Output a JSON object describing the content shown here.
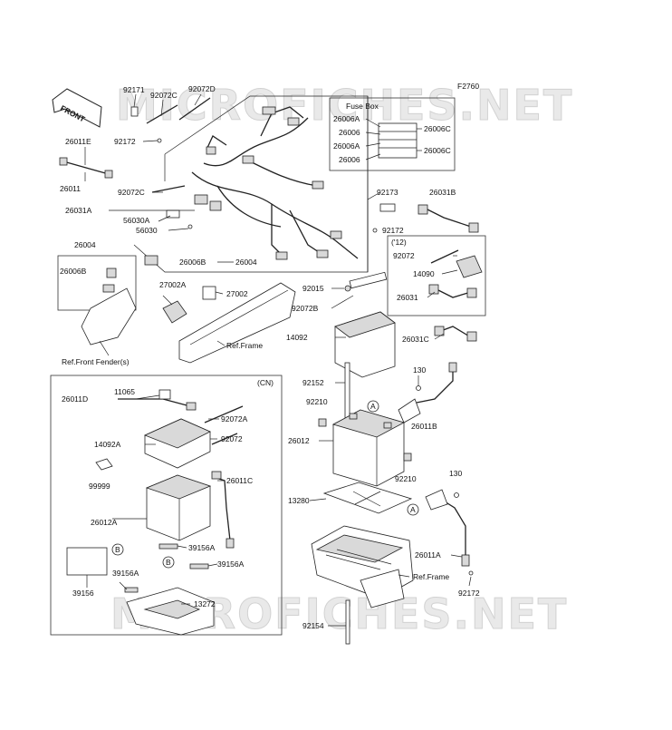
{
  "figure_code": "F2760",
  "watermark": "MICROFICHES.NET",
  "front_arrow": "FRONT",
  "fuse_box_title": "Fuse Box",
  "cn_tag": "(CN)",
  "year_tag": "('12)",
  "circle_a": "A",
  "circle_b": "B",
  "labels": {
    "p92171": "92171",
    "p92072c_top": "92072C",
    "p92072d": "92072D",
    "p92172_top": "92172",
    "p26011e": "26011E",
    "p26011": "26011",
    "p92072c_mid": "92072C",
    "p26031a": "26031A",
    "p56030a": "56030A",
    "p56030": "56030",
    "p26004_left": "26004",
    "p26006b_left": "26006B",
    "p26006b_mid": "26006B",
    "p26004_mid": "26004",
    "p27002a": "27002A",
    "p27002": "27002",
    "ref_front_fender": "Ref.Front Fender(s)",
    "ref_frame_top": "Ref.Frame",
    "fb_26006a_1": "26006A",
    "fb_26006": "26006",
    "fb_26006a_2": "26006A",
    "fb_26006_2": "26006",
    "fb_26006c_1": "26006C",
    "fb_26006c_2": "26006C",
    "p92173": "92173",
    "p26031b": "26031B",
    "p92172_right": "92172",
    "p92072_right": "92072",
    "p14090": "14090",
    "p26031": "26031",
    "p92015": "92015",
    "p92072b": "92072B",
    "p14092": "14092",
    "p26031c": "26031C",
    "p130_top": "130",
    "p92152": "92152",
    "p92210_top": "92210",
    "p26011b": "26011B",
    "p26012": "26012",
    "p92210_bot": "92210",
    "p130_bot": "130",
    "p13280": "13280",
    "p26011a": "26011A",
    "ref_frame_bot": "Ref.Frame",
    "p92172_bot": "92172",
    "p92154": "92154",
    "cn_26011d": "26011D",
    "cn_11065": "11065",
    "cn_92072a": "92072A",
    "cn_14092a": "14092A",
    "cn_92072": "92072",
    "cn_99999": "99999",
    "cn_26011c": "26011C",
    "cn_26012a": "26012A",
    "cn_39156a_1": "39156A",
    "cn_39156a_2": "39156A",
    "cn_39156a_3": "39156A",
    "cn_39156": "39156",
    "cn_13272": "13272"
  }
}
